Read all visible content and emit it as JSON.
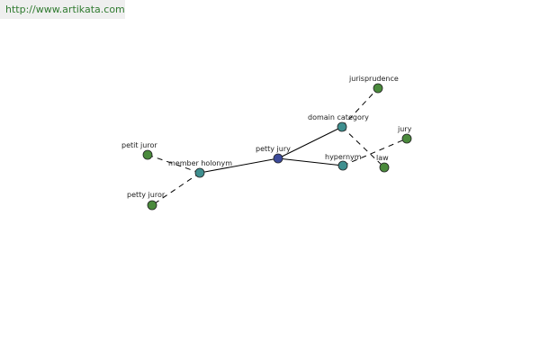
{
  "banner": {
    "url": "http://www.artikata.com"
  },
  "colors": {
    "banner_text": "#2f7a2f",
    "banner_bg": "#efefef",
    "center_node": "#3c4a9a",
    "relation_node": "#3f8f8f",
    "leaf_node": "#4a8a3c",
    "edge": "#000000"
  },
  "graph": {
    "nodes": {
      "center": "petty jury",
      "member_holonym": "member holonym",
      "hypernym": "hypernym",
      "domain_category": "domain category",
      "petit_juror": "petit juror",
      "petty_juror": "petty juror",
      "jury": "jury",
      "jurisprudence": "jurisprudence",
      "law": "law"
    }
  }
}
